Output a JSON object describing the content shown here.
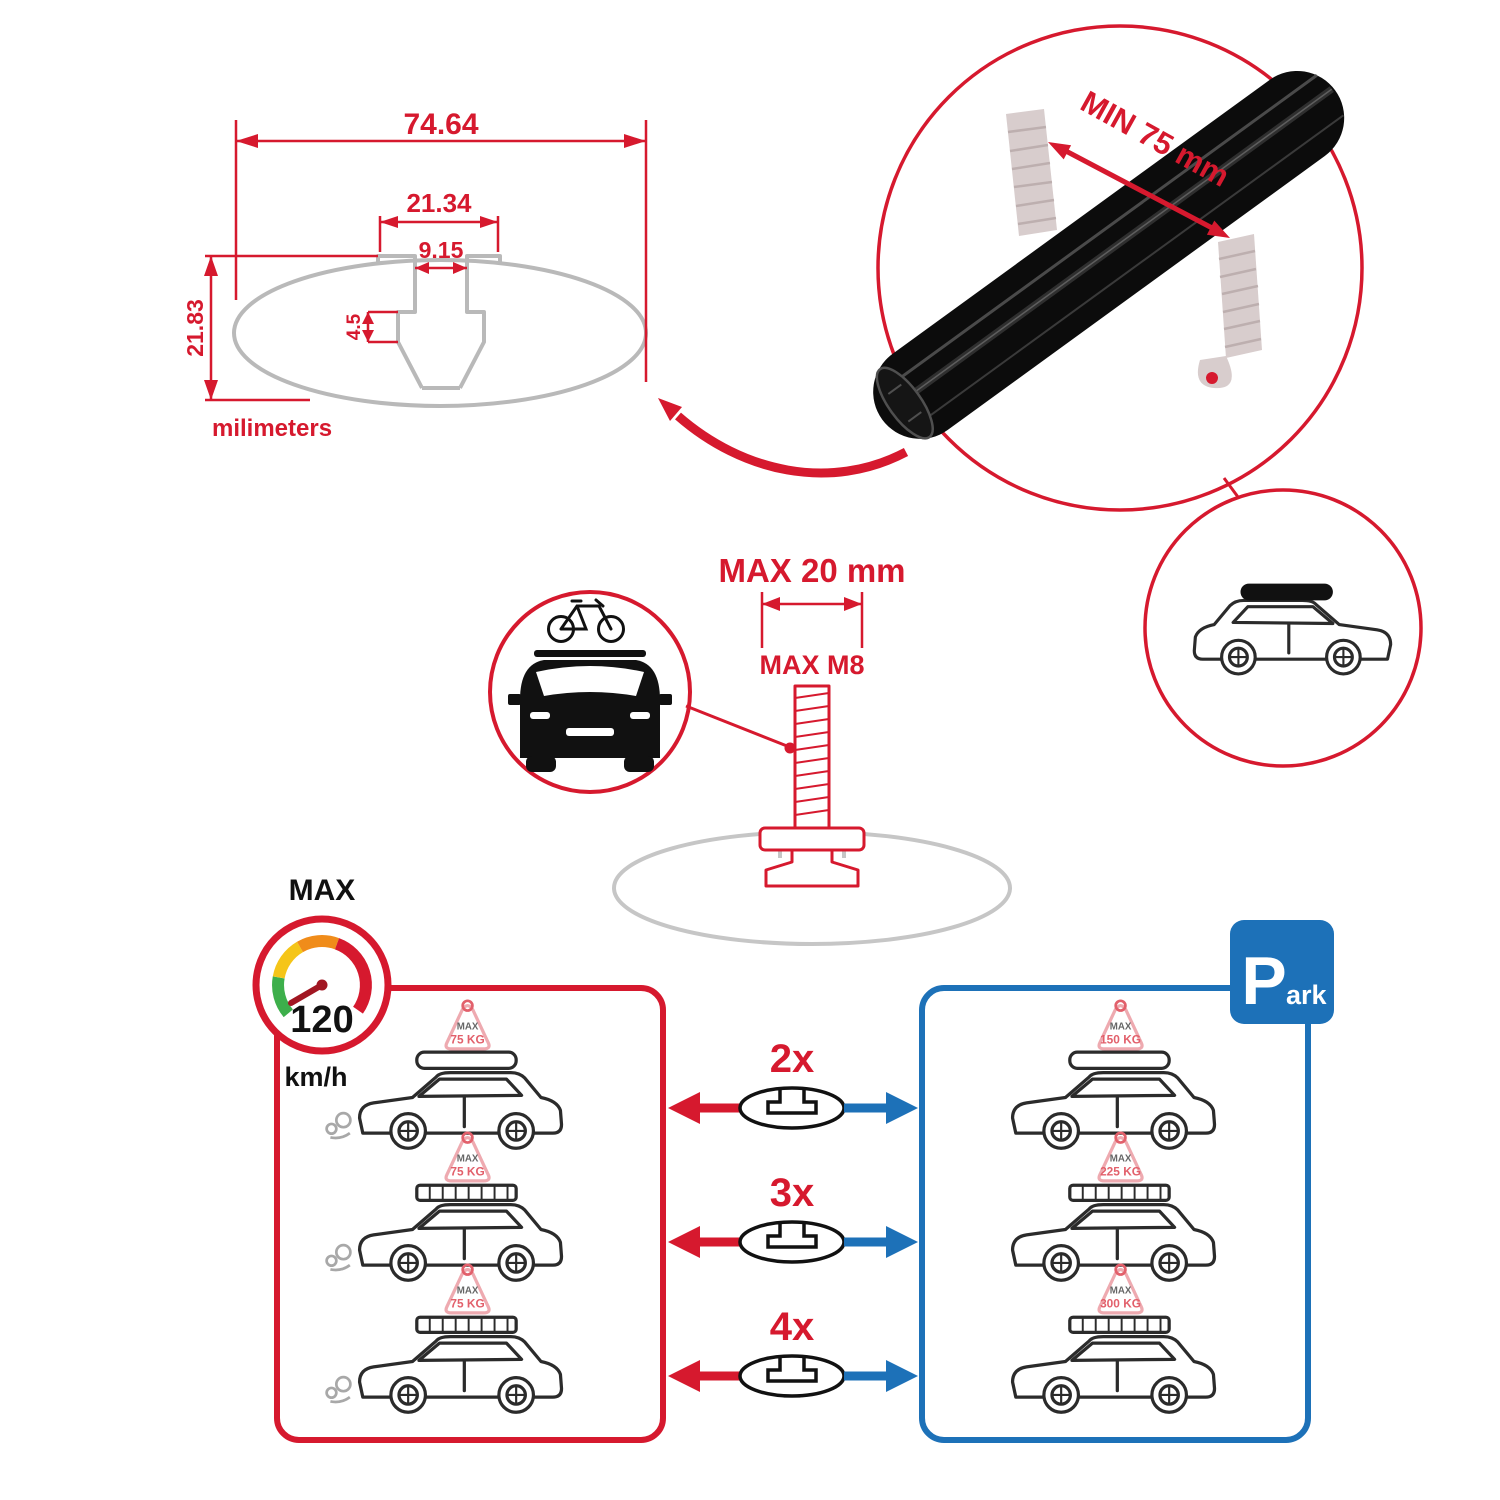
{
  "colors": {
    "red": "#d6192e",
    "blue": "#1d71b8",
    "gray": "#b9b9b9"
  },
  "dimensions": {
    "total_width": "74.64",
    "slot_outer_width": "21.34",
    "slot_inner_width": "9.15",
    "slot_depth": "4.5",
    "total_height": "21.83",
    "units": "milimeters"
  },
  "crossbar": {
    "min_span": "MIN 75 mm"
  },
  "bolt": {
    "max_width": "MAX 20 mm",
    "max_thread": "MAX M8"
  },
  "speed": {
    "label": "MAX",
    "value": "120",
    "units": "km/h"
  },
  "bar_counts": [
    {
      "label": "2x"
    },
    {
      "label": "3x"
    },
    {
      "label": "4x"
    }
  ],
  "capacity": {
    "driving": [
      {
        "label": "MAX",
        "value": "75 KG"
      },
      {
        "label": "MAX",
        "value": "75 KG"
      },
      {
        "label": "MAX",
        "value": "75 KG"
      }
    ],
    "parked": [
      {
        "label": "MAX",
        "value": "150 KG"
      },
      {
        "label": "MAX",
        "value": "225 KG"
      },
      {
        "label": "MAX",
        "value": "300 KG"
      }
    ]
  },
  "parking_sign": {
    "letter": "P",
    "suffix": "ark"
  }
}
